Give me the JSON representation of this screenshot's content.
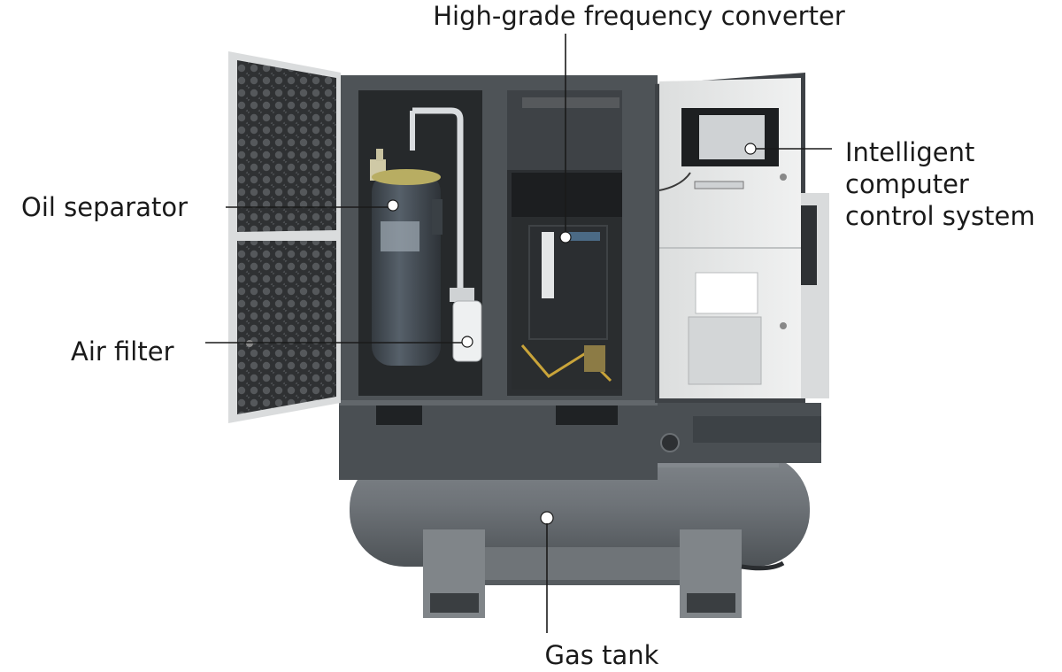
{
  "callouts": {
    "frequency_converter": "High-grade frequency converter",
    "intelligent_control": [
      "Intelligent",
      "computer",
      "control system"
    ],
    "oil_separator": "Oil separator",
    "air_filter": "Air filter",
    "gas_tank": "Gas tank"
  },
  "colors": {
    "cabinet": "#4e5357",
    "cabinet_dark": "#3b3f43",
    "interior": "#2a2d30",
    "tank": "#6b7075",
    "door_panel": "#e9eaea",
    "foam": "#3a3a3a",
    "leader": "#1a1a1a"
  }
}
